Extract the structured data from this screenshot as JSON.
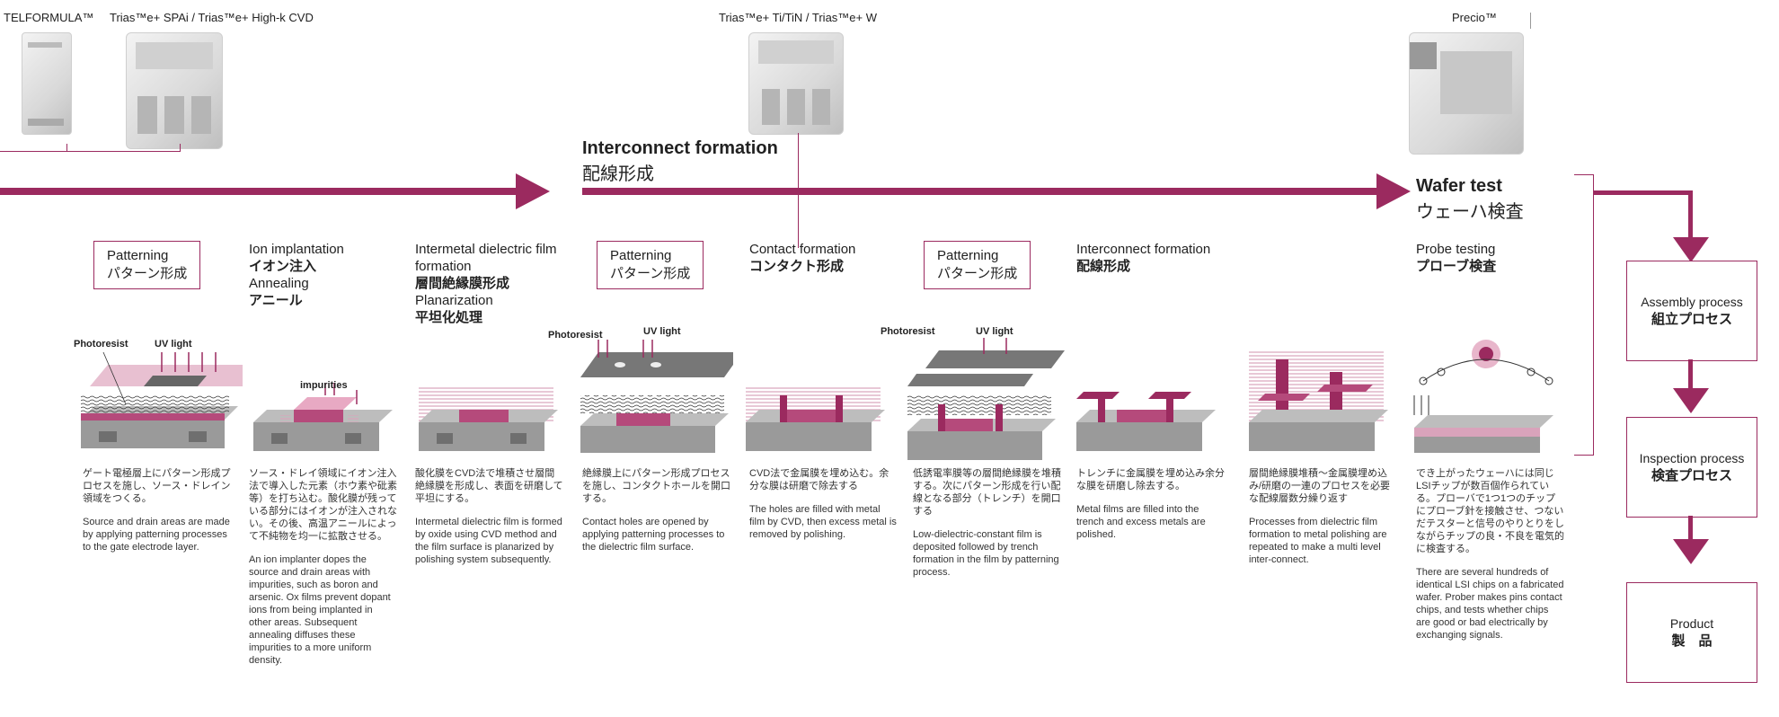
{
  "products": {
    "telformula": "TELFORMULA™",
    "trias_spa": "Trias™e+ SPAi / Trias™e+ High-k CVD",
    "trias_titin": "Trias™e+ Ti/TiN / Trias™e+ W",
    "precio": "Precio™"
  },
  "sections": {
    "interconnect": {
      "en": "Interconnect formation",
      "jp": "配線形成"
    },
    "wafer_test": {
      "en": "Wafer test",
      "jp": "ウェーハ検査"
    }
  },
  "steps": [
    {
      "type": "box",
      "en": "Patterning",
      "jp": "パターン形成",
      "desc_jp": "ゲート電極層上にパターン形成プロセスを施し、ソース・ドレイン領域をつくる。",
      "desc_en": "Source and drain areas are made by applying patterning processes to the gate electrode layer."
    },
    {
      "type": "text",
      "en": "Ion implantation",
      "jp": "イオン注入",
      "en2": "Annealing",
      "jp2": "アニール",
      "desc_jp": "ソース・ドレイ領域にイオン注入法で導入した元素（ホウ素や砒素等）を打ち込む。酸化膜が残っている部分にはイオンが注入されない。その後、高温アニールによって不純物を均一に拡散させる。",
      "desc_en": "An ion implanter dopes the source and drain areas with impurities, such as boron and arsenic. Ox films prevent dopant ions from being implanted in other areas. Subsequent annealing diffuses these impurities to a more uniform density."
    },
    {
      "type": "text",
      "en": "Intermetal dielectric film formation",
      "jp": "層間絶縁膜形成",
      "en2": "Planarization",
      "jp2": "平坦化処理",
      "desc_jp": "酸化膜をCVD法で堆積させ層間絶縁膜を形成し、表面を研磨して平坦にする。",
      "desc_en": "Intermetal dielectric film is formed by oxide using CVD method and the film surface is planarized by polishing system subsequently."
    },
    {
      "type": "box",
      "en": "Patterning",
      "jp": "パターン形成",
      "desc_jp": "絶縁膜上にパターン形成プロセスを施し、コンタクトホールを開口する。",
      "desc_en": "Contact holes are opened by applying patterning processes to the dielectric film surface."
    },
    {
      "type": "text",
      "en": "Contact formation",
      "jp": "コンタクト形成",
      "desc_jp": "CVD法で金属膜を埋め込む。余分な膜は研磨で除去する",
      "desc_en": "The holes are filled with metal film by CVD, then excess metal is removed by polishing."
    },
    {
      "type": "box",
      "en": "Patterning",
      "jp": "パターン形成",
      "desc_jp": "低誘電率膜等の層間絶縁膜を堆積する。次にパターン形成を行い配線となる部分（トレンチ）を開口する",
      "desc_en": "Low-dielectric-constant film is deposited followed by trench formation in the film by patterning process."
    },
    {
      "type": "text",
      "en": "Interconnect formation",
      "jp": "配線形成",
      "desc_jp": "トレンチに金属膜を埋め込み余分な膜を研磨し除去する。",
      "desc_en": "Metal films are filled into the trench and excess metals are polished."
    },
    {
      "type": "none",
      "desc_jp": "層間絶縁膜堆積〜金属膜埋め込み/研磨の一連のプロセスを必要な配線層数分繰り返す",
      "desc_en": "Processes from dielectric film formation to metal polishing are repeated to make a multi level inter-connect."
    },
    {
      "type": "text",
      "en": "Probe testing",
      "jp": "プローブ検査",
      "desc_jp": "でき上がったウェーハには同じLSIチップが数百個作られている。プローバで1つ1つのチップにプローブ針を接触させ、つないだテスターと信号のやりとりをしながらチップの良・不良を電気的に検査する。",
      "desc_en": "There are several hundreds of identical LSI chips on a fabricated wafer. Prober makes pins contact chips, and tests whether chips are good or bad electrically by exchanging signals."
    }
  ],
  "diagram_labels": {
    "photoresist": "Photoresist",
    "uv_light": "UV light",
    "impurities": "impurities"
  },
  "side": {
    "assembly": {
      "en": "Assembly process",
      "jp": "組立プロセス"
    },
    "inspection": {
      "en": "Inspection process",
      "jp": "検査プロセス"
    },
    "product": {
      "en": "Product",
      "jp": "製　品"
    }
  },
  "colors": {
    "accent": "#9b2a5f",
    "pink": "#d9a3bb",
    "gray": "#8a8a8a"
  }
}
